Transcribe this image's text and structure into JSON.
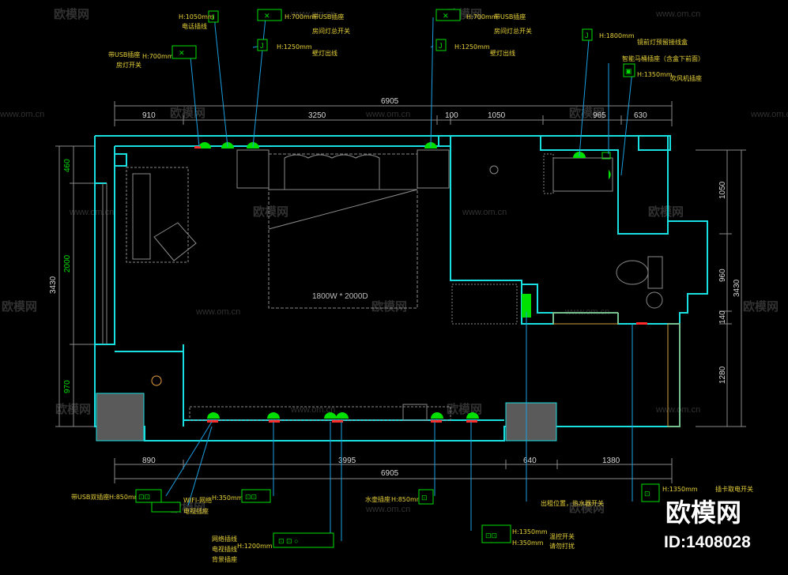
{
  "top_dims": {
    "overall": "6905",
    "segments": [
      "910",
      "3250",
      "100",
      "1050",
      "965",
      "630"
    ]
  },
  "bottom_dims": {
    "overall": "6905",
    "segments": [
      "890",
      "3995",
      "640",
      "1380"
    ]
  },
  "left_dims": {
    "overall": "3430",
    "segments": [
      "460",
      "2000",
      "970"
    ]
  },
  "right_dims": {
    "overall": "3430",
    "segments": [
      "1050",
      "960",
      "140",
      "1280"
    ]
  },
  "bed_label": "1800W * 2000D",
  "tag_letter": "J",
  "top_annotations": [
    {
      "height": "H:1050mm",
      "text": "电话插线"
    },
    {
      "height": "H:700mm",
      "text": "带USB插座"
    },
    {
      "height": "",
      "text": "房间灯总开关"
    },
    {
      "height": "H:1250mm",
      "text": "壁灯出线"
    },
    {
      "height": "H:700mm",
      "text": "带USB插座"
    },
    {
      "height": "",
      "text": "房间灯总开关"
    },
    {
      "height": "H:1250mm",
      "text": "壁灯出线"
    },
    {
      "height": "H:1800mm",
      "text": "镜前灯预留接线盒"
    },
    {
      "height": "",
      "text": "智能马桶插座（含盒下前面）"
    },
    {
      "height": "H:1350mm",
      "text": "吹风机插座"
    }
  ],
  "left_top_annotation": {
    "text1": "带USB插座",
    "height": "H:700mm",
    "text2": "房灯开关"
  },
  "bottom_annotations": [
    {
      "text": "带USB双插座",
      "height": "H:850mm"
    },
    {
      "text": "WIFI-网络",
      "height": "H:350mm"
    },
    {
      "text": "电视插座",
      "height": ""
    },
    {
      "text": "水壶插座",
      "height": "H:850mm"
    },
    {
      "text": "网络插线",
      "height": ""
    },
    {
      "text": "电视插线",
      "height": ""
    },
    {
      "text": "背景插座",
      "height": "H:1200mm"
    },
    {
      "text": "温控开关",
      "height": "H:1350mm"
    },
    {
      "text": "请勿打扰",
      "height": "H:350mm"
    },
    {
      "text": "出租位置，热水器开关",
      "height": ""
    },
    {
      "text": "插卡取电开关",
      "height": "H:1350mm"
    }
  ],
  "watermark": {
    "logo": "欧模网",
    "site": "www.om.cn"
  },
  "brand": {
    "name": "欧模网",
    "id": "ID:1408028"
  }
}
